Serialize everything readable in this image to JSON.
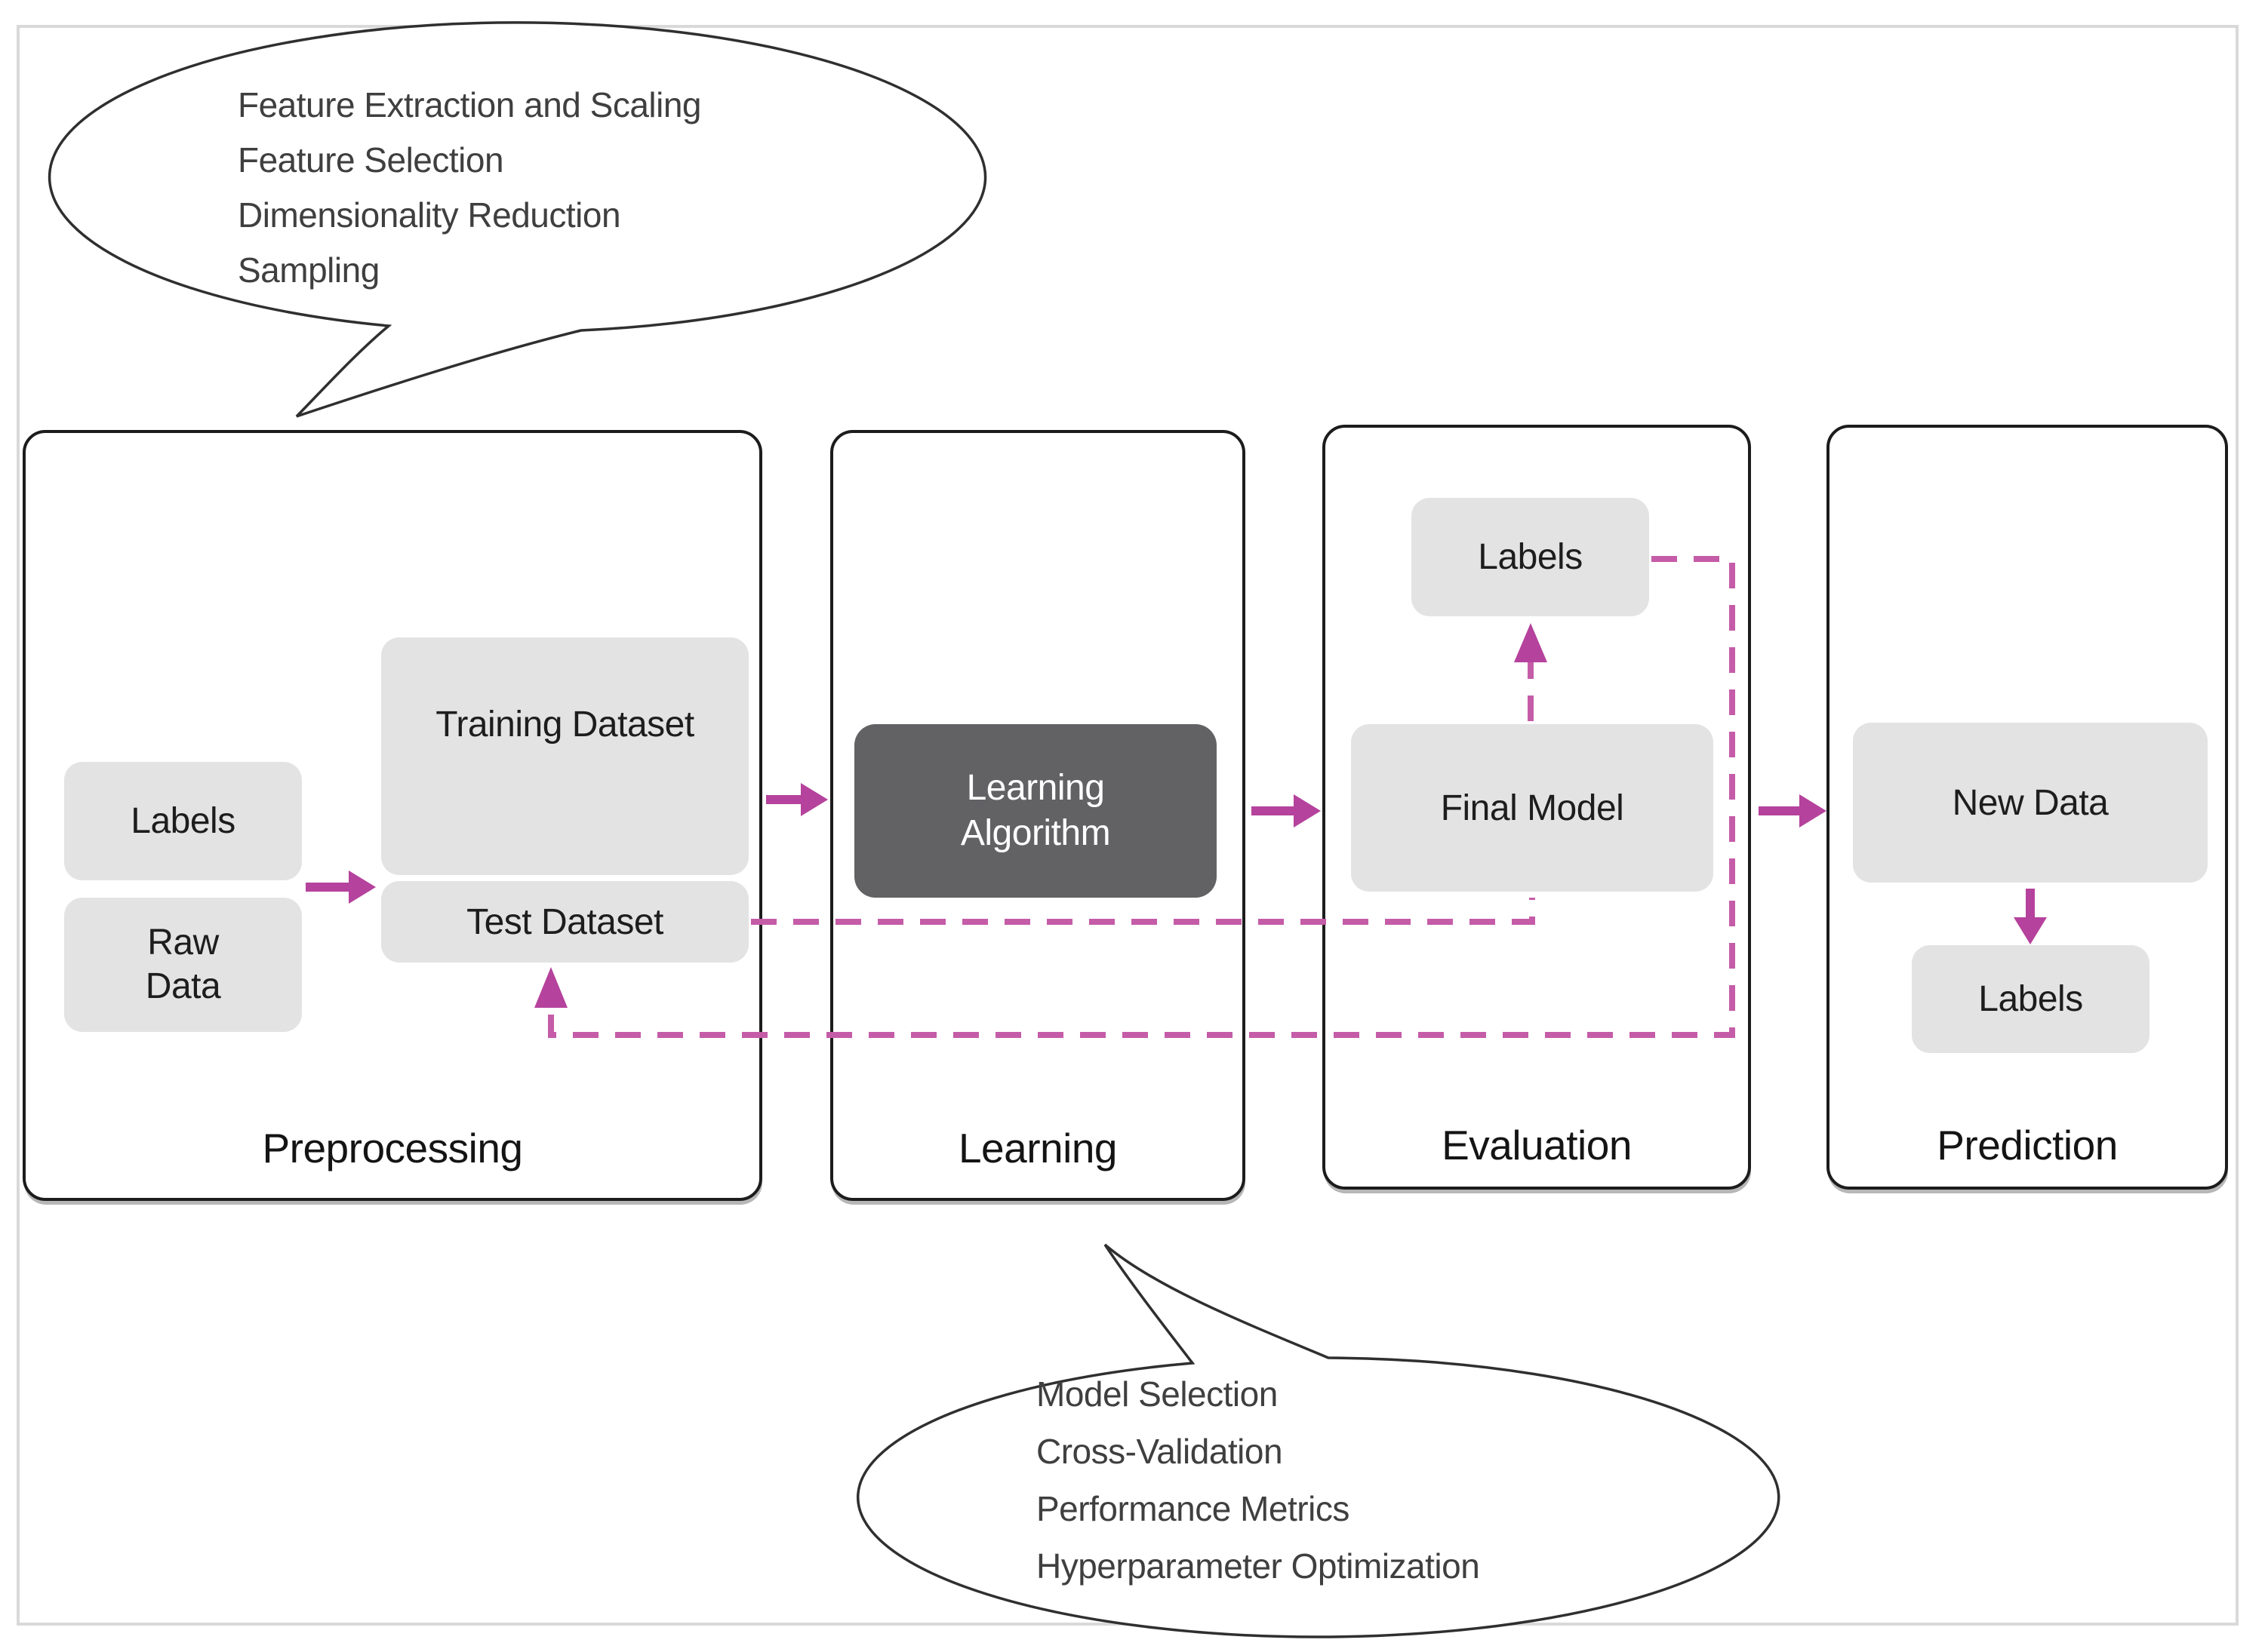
{
  "colors": {
    "accent": "#b5429c",
    "dash_pink": "#c55ca8",
    "box_gray": "#e3e3e3",
    "dark_box": "#626265",
    "line_black": "#1c1c1c",
    "frame_gray": "#d9d9d9",
    "bubble_stroke": "#2f2f2f",
    "text_dark": "#1d1d1d",
    "bubble_text": "#3f3f3f"
  },
  "bubbles": {
    "top": {
      "lines": [
        "Feature Extraction and Scaling",
        "Feature Selection",
        "Dimensionality Reduction",
        "Sampling"
      ]
    },
    "bottom": {
      "lines": [
        "Model Selection",
        "Cross-Validation",
        "Performance Metrics",
        "Hyperparameter Optimization"
      ]
    }
  },
  "panels": {
    "preprocessing": {
      "label": "Preprocessing",
      "boxes": {
        "labels": {
          "label": "Labels"
        },
        "raw_data": {
          "lines": [
            "Raw",
            "Data"
          ]
        },
        "training_dataset": {
          "label": "Training Dataset"
        },
        "test_dataset": {
          "label": "Test Dataset"
        }
      }
    },
    "learning": {
      "label": "Learning",
      "boxes": {
        "learning_algorithm": {
          "lines": [
            "Learning",
            "Algorithm"
          ]
        }
      }
    },
    "evaluation": {
      "label": "Evaluation",
      "boxes": {
        "labels": {
          "label": "Labels"
        },
        "final_model": {
          "label": "Final Model"
        }
      }
    },
    "prediction": {
      "label": "Prediction",
      "boxes": {
        "new_data": {
          "label": "New Data"
        },
        "labels": {
          "label": "Labels"
        }
      }
    }
  }
}
